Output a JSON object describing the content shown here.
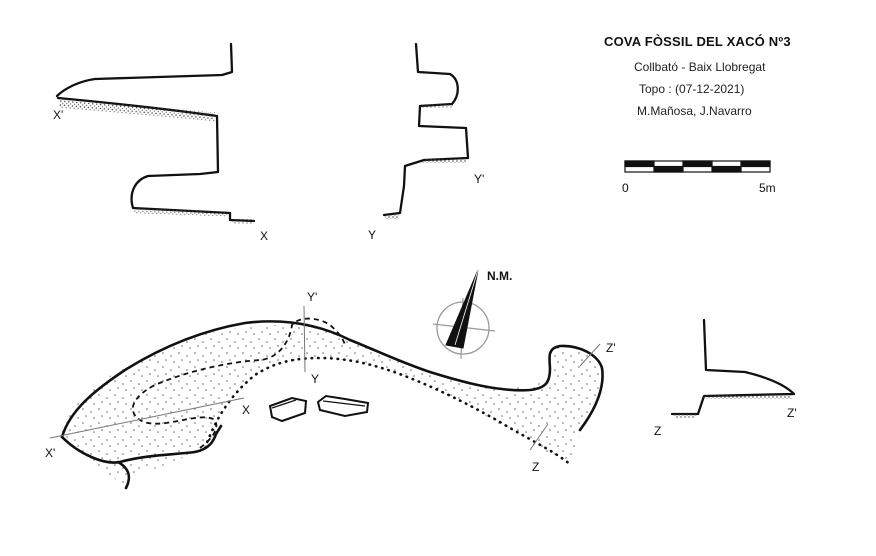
{
  "header": {
    "title": "COVA FÒSSIL DEL XACÓ Nº3",
    "location": "Collbató - Baix Llobregat",
    "topo": "Topo : (07-12-2021)",
    "authors": "M.Mañosa, J.Navarro"
  },
  "scale_bar": {
    "start_label": "0",
    "end_label": "5m"
  },
  "north": {
    "label": "N.M."
  },
  "section_labels": {
    "x": "X",
    "x_prime": "X'",
    "y": "Y",
    "y_prime": "Y'",
    "z": "Z",
    "z_prime": "Z'"
  },
  "colors": {
    "ink": "#111111",
    "background": "#ffffff",
    "stipple": "#6a6a6a",
    "compass_circle": "#9a9a9a"
  }
}
